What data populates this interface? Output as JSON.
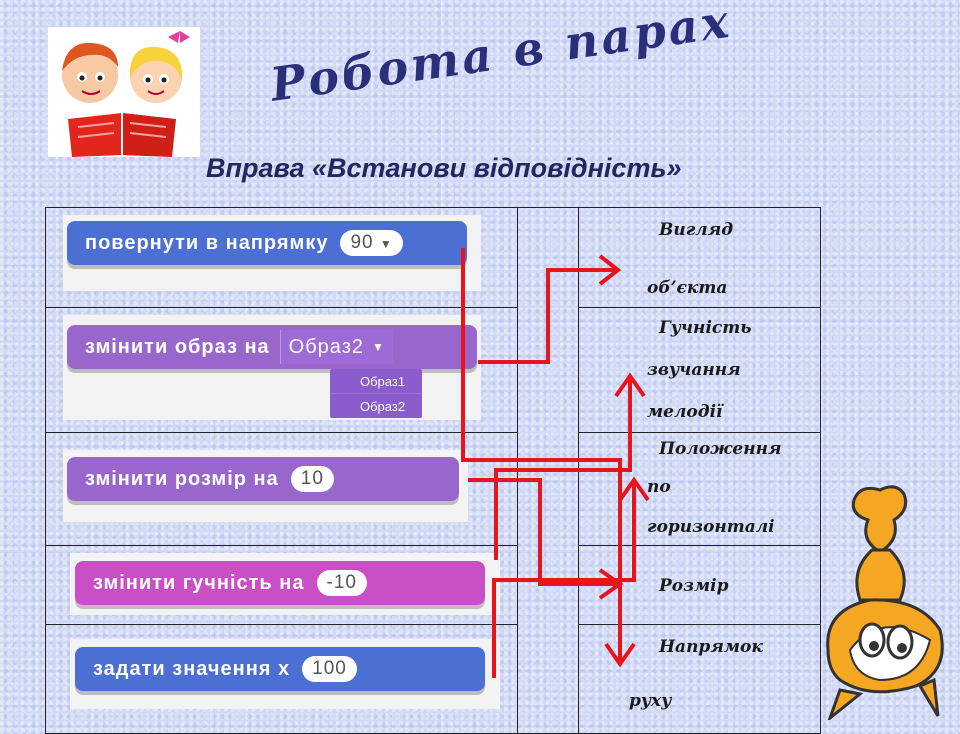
{
  "header": {
    "title": "Робота в парах",
    "subtitle": "Вправа «Встанови відповідність»"
  },
  "blocks": [
    {
      "text": "повернути в напрямку",
      "value": "90"
    },
    {
      "text": "змінити образ на",
      "value": "Образ2",
      "menu": [
        "Образ1",
        "Образ2"
      ]
    },
    {
      "text": "змінити розмір на",
      "value": "10"
    },
    {
      "text": "змінити гучність на",
      "value": "-10"
    },
    {
      "text": "задати значення х",
      "value": "100"
    }
  ],
  "answers": [
    {
      "lines": [
        "Вигляд",
        "об’єкта"
      ]
    },
    {
      "lines": [
        "Гучність",
        "звучання",
        "мелодії"
      ]
    },
    {
      "lines": [
        "Положення",
        "по",
        "горизонталі"
      ]
    },
    {
      "lines": [
        "Розмір"
      ]
    },
    {
      "lines": [
        "Напрямок",
        "руху"
      ]
    }
  ],
  "colors": {
    "motion": "#4c6fd3",
    "looks": "#9966cc",
    "sound": "#c94fc4",
    "arrow": "#e8141c",
    "title": "#2a2f7a"
  }
}
